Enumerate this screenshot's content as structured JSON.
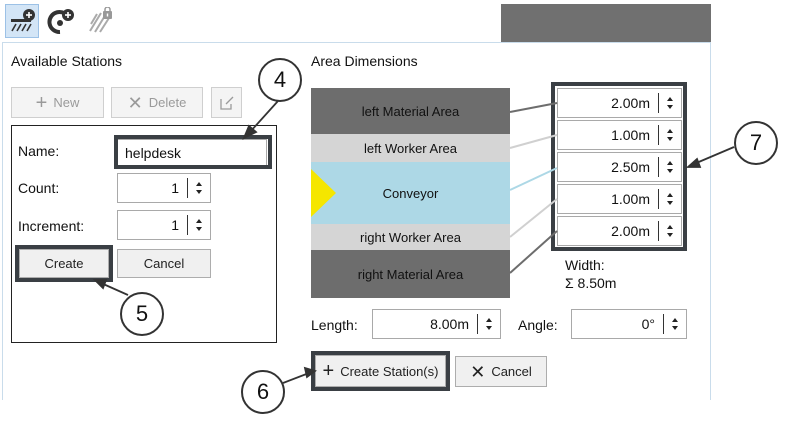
{
  "toolbar": {
    "icons": [
      "add-station-icon",
      "add-circle-station-icon",
      "locked-area-icon"
    ]
  },
  "stations": {
    "title": "Available Stations",
    "new_label": "New",
    "delete_label": "Delete",
    "name_label": "Name:",
    "name_value": "helpdesk",
    "count_label": "Count:",
    "count_value": "1",
    "increment_label": "Increment:",
    "increment_value": "1",
    "create_label": "Create",
    "cancel_label": "Cancel"
  },
  "area": {
    "title": "Area Dimensions",
    "bands": [
      {
        "label": "left Material Area",
        "color": "#6d6d6d"
      },
      {
        "label": "left Worker Area",
        "color": "#d5d5d5"
      },
      {
        "label": "Conveyor",
        "color": "#add8e6"
      },
      {
        "label": "right Worker Area",
        "color": "#d5d5d5"
      },
      {
        "label": "right Material Area",
        "color": "#6d6d6d"
      }
    ],
    "widths": [
      "2.00m",
      "1.00m",
      "2.50m",
      "1.00m",
      "2.00m"
    ],
    "width_label": "Width:",
    "width_total": "Σ 8.50m",
    "length_label": "Length:",
    "length_value": "8.00m",
    "angle_label": "Angle:",
    "angle_value": "0°",
    "conveyor_marker_color": "#f5e600"
  },
  "actions": {
    "create_stations_label": "Create Station(s)",
    "cancel_label": "Cancel"
  },
  "callouts": [
    "4",
    "5",
    "6",
    "7"
  ]
}
